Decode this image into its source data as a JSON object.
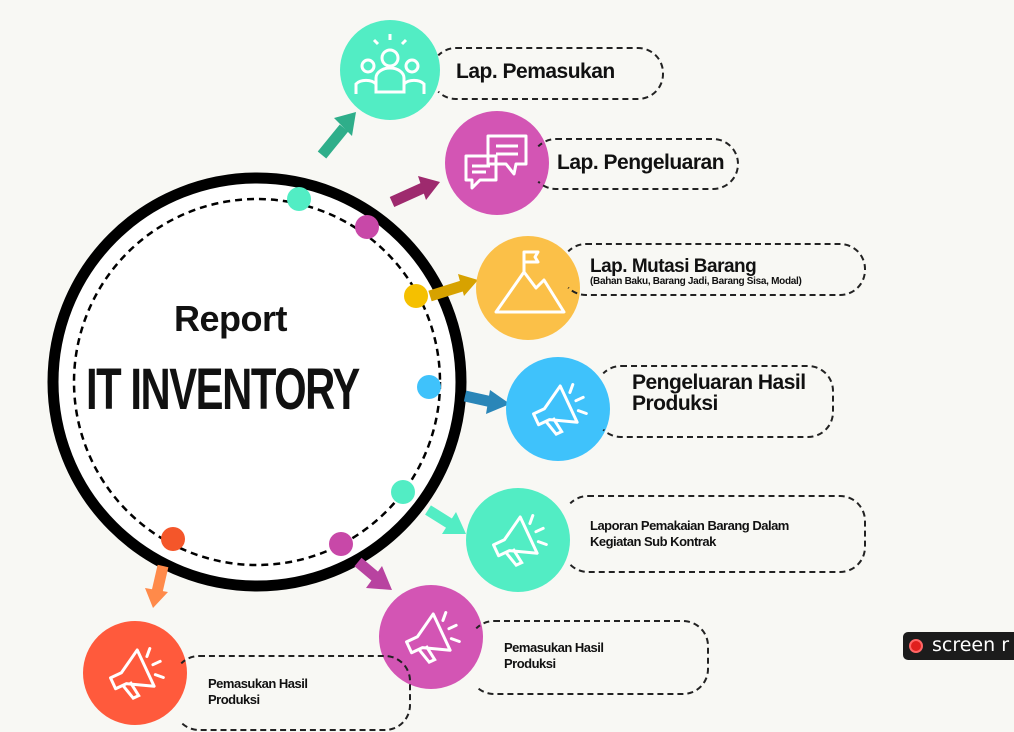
{
  "center": {
    "subtitle": "Report",
    "title": "IT INVENTORY"
  },
  "items": [
    {
      "label": "Lap. Pemasukan",
      "color": "#52edc4",
      "icon": "people-icon"
    },
    {
      "label": "Lap. Pengeluaran",
      "color": "#d355b4",
      "icon": "chat-bubbles-icon"
    },
    {
      "label": "Lap. Mutasi Barang",
      "sub": "(Bahan Baku, Barang Jadi, Barang Sisa, Modal)",
      "color": "#fbc048",
      "icon": "mountain-flag-icon"
    },
    {
      "label": "Pengeluaran Hasil Produksi",
      "color": "#3fc2fb",
      "icon": "megaphone-icon"
    },
    {
      "label": "Laporan Pemakaian Barang Dalam Kegiatan Sub Kontrak",
      "color": "#52edc4",
      "icon": "megaphone-icon"
    },
    {
      "label": "Pemasukan Hasil Produksi",
      "color": "#d355b4",
      "icon": "megaphone-icon"
    },
    {
      "label": "Pemasukan Hasil Produksi",
      "color": "#ff4a3a",
      "icon": "megaphone-icon"
    }
  ],
  "recorder": {
    "label": "screen r"
  }
}
